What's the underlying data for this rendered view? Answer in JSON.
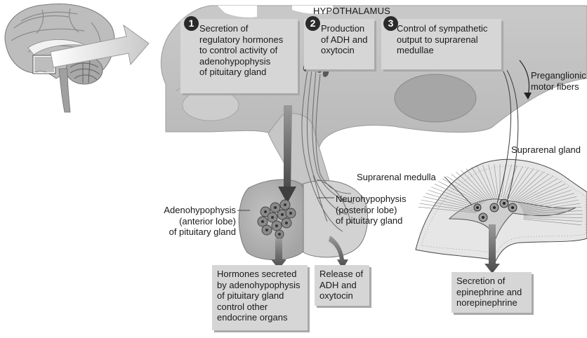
{
  "title": "HYPOTHALAMUS",
  "steps": [
    {
      "number": "1",
      "text": "Secretion of\nregulatory hormones\nto control activity of\nadenohypophysis\nof pituitary gland"
    },
    {
      "number": "2",
      "text": "Production\nof ADH and\noxytocin"
    },
    {
      "number": "3",
      "text": "Control of sympathetic\noutput to suprarenal\nmedullae"
    }
  ],
  "labels": {
    "preganglionic": "Preganglionic\nmotor fibers",
    "suprarenal_gland": "Suprarenal gland",
    "suprarenal_medulla": "Suprarenal medulla",
    "adenohypophysis": "Adenohypophysis\n(anterior lobe)\nof pituitary gland",
    "neurohypophysis": "Neurohypophysis\n(posterior lobe)\nof pituitary gland"
  },
  "outcomes": {
    "adeno": "Hormones secreted\nby adenohypophysis\nof pituitary gland\ncontrol other\nendocrine organs",
    "neuro": "Release of\nADH and\noxytocin",
    "medulla": "Secretion of\nepinephrine and\nnorepinephrine"
  }
}
